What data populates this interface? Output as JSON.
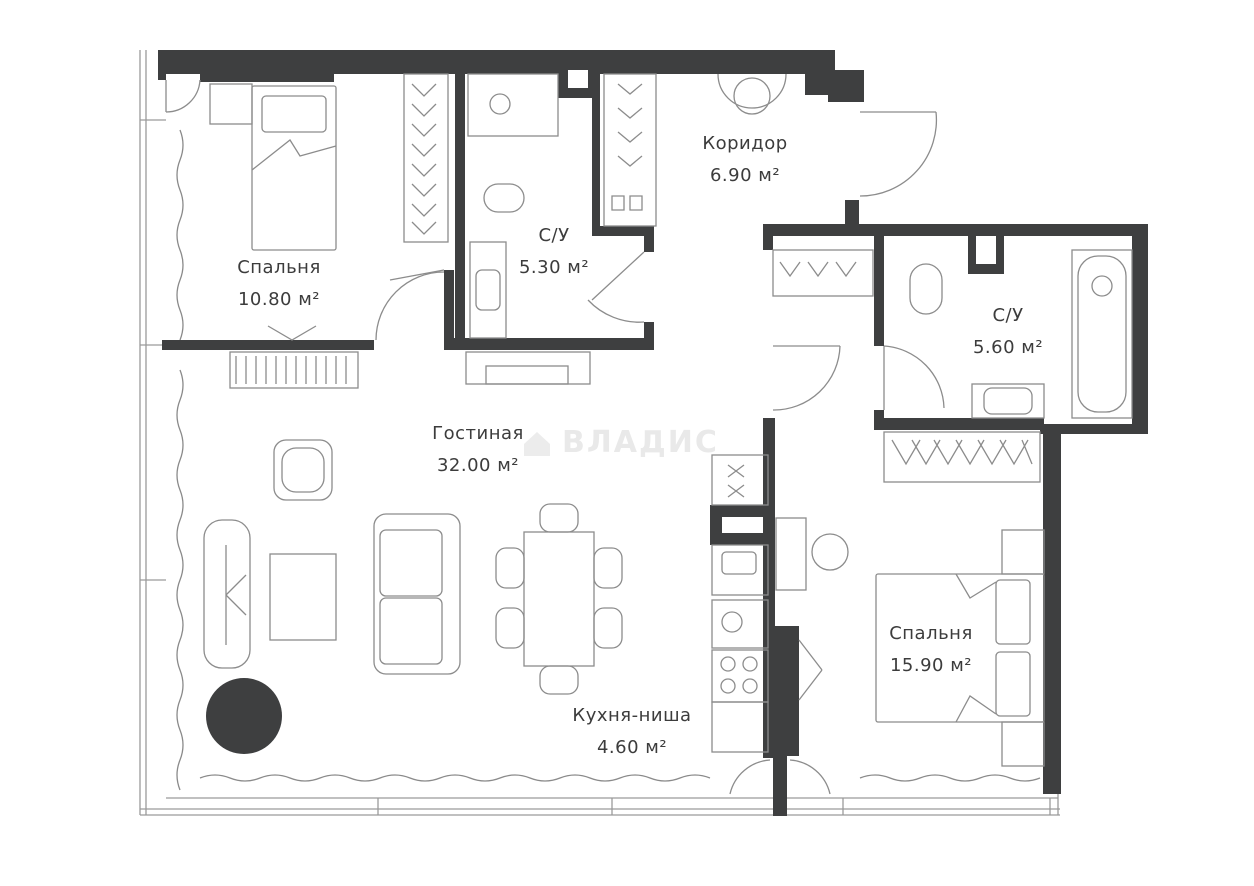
{
  "watermark": "ВЛАДИС",
  "colors": {
    "wall": "#3e3f40",
    "line": "#9a9a9a",
    "text": "#3c3c3c",
    "watermark": "#e6e6e6"
  },
  "rooms": [
    {
      "id": "bedroom-small",
      "name": "Спальня",
      "area": "10.80 м²"
    },
    {
      "id": "bathroom-1",
      "name": "С/У",
      "area": "5.30 м²"
    },
    {
      "id": "corridor",
      "name": "Коридор",
      "area": "6.90 м²"
    },
    {
      "id": "bathroom-2",
      "name": "С/У",
      "area": "5.60 м²"
    },
    {
      "id": "living",
      "name": "Гостиная",
      "area": "32.00 м²"
    },
    {
      "id": "kitchen",
      "name": "Кухня-ниша",
      "area": "4.60 м²"
    },
    {
      "id": "bedroom-large",
      "name": "Спальня",
      "area": "15.90 м²"
    }
  ]
}
